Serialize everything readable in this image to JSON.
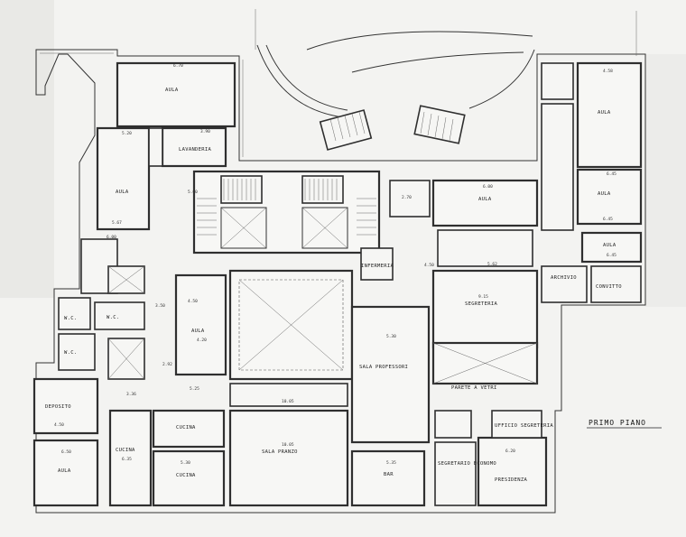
{
  "plan_title": "PRIMO PIANO",
  "rooms": {
    "aula_top": "AULA",
    "lavanderia": "LAVANDERIA",
    "aula_left": "AULA",
    "aula_center_left": "AULA",
    "aula_center_right": "AULA",
    "aula_right_1": "AULA",
    "aula_right_2": "AULA",
    "aula_right_3": "AULA",
    "infermeria": "INFERMERIA",
    "segreteria": "SEGRETERIA",
    "archivio": "ARCHIVIO",
    "convitto": "CONVITTO",
    "wc_1": "W.C.",
    "wc_2": "W.C.",
    "wc_3": "W.C.",
    "deposito": "DEPOSITO",
    "aula_bottom_left": "AULA",
    "cucina_1": "CUCINA",
    "cucina_2": "CUCINA",
    "cucina_3": "CUCINA",
    "sala_pranzo": "SALA PRANZO",
    "sala_professori": "SALA PROFESSORI",
    "parete_vetri": "PARETE A VETRI",
    "bar": "BAR",
    "presidenza": "PRESIDENZA",
    "segretario_economo": "SEGRETARIO ECONOMO",
    "ufficio_segreteria": "UFFICIO SEGRETERIA"
  },
  "dimensions": {
    "d1": "6.70",
    "d2": "3.90",
    "d3": "5.20",
    "d4": "5.67",
    "d5": "4.20",
    "d6": "2.70",
    "d7": "6.00",
    "d8": "6.00",
    "d9": "4.58",
    "d10": "6.45",
    "d11": "6.45",
    "d12": "6.45",
    "d13": "9.15",
    "d14": "5.00",
    "d15": "4.50",
    "d16": "4.50",
    "d17": "5.30",
    "d18": "5.35",
    "d19": "3.50",
    "d20": "5.25",
    "d21": "10.05",
    "d22": "5.30",
    "d23": "6.35",
    "d24": "10.05",
    "d25": "4.50",
    "d26": "6.20",
    "d27": "6.50",
    "d28": "3.36",
    "d29": "5.62",
    "d30": "2.92"
  }
}
